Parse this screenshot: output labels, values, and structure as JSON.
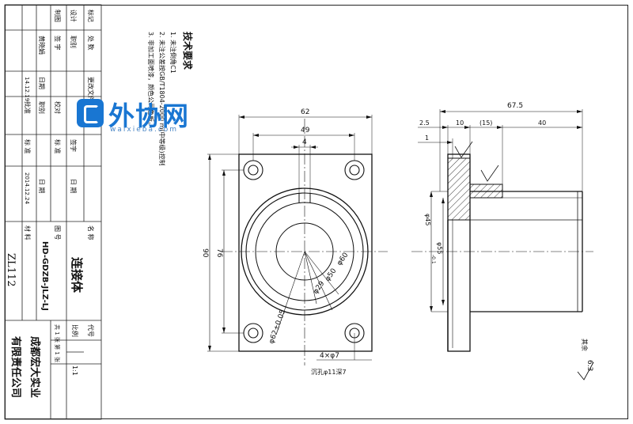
{
  "title_block": {
    "part_name": "连接体",
    "drawing_no": "HD-GDZB-JLZ-LJ",
    "material": "ZL112",
    "company_line1": "成都宏大实业",
    "company_line2": "有限责任公司",
    "scale_label": "比例",
    "scale": "1:1",
    "code_label": "代号",
    "sheets": "共 1 张   第 1 张",
    "name_label": "名 称",
    "number_label": "图 号",
    "material_label": "材 料",
    "rows": {
      "mark": "标记",
      "qty": "处 数",
      "designer": "设计",
      "duty": "职别",
      "drafter": "制图",
      "drafter_name": "黄晓娟",
      "sign": "签 字",
      "date": "日期",
      "date1": "14.12.19",
      "approve": "批准",
      "change_doc": "更改文件号",
      "check": "校对",
      "duty2": "职别",
      "sign2": "签字",
      "review": "标 准",
      "review2": "标 准",
      "date2": "2014.12.24",
      "date_label": "日 期",
      "date_label2": "日 期"
    }
  },
  "tech_req": {
    "title": "技术要求",
    "items": [
      "1. 未注倒角C1",
      "2. 未注公差按GB/T1804-2000 m(中等级)控制",
      "3. 非加工面喷漆，颜色公司色板。"
    ]
  },
  "front_view": {
    "dims": {
      "width_outer": "62",
      "width_holes": "49",
      "slot": "4",
      "height_outer": "90",
      "height_holes": "76",
      "d60": "φ60",
      "d50": "φ50",
      "d29": "φ29",
      "d62": "φ62±0.05",
      "holes": "4×φ7",
      "counterbore": "沉孔φ11深7"
    }
  },
  "side_view": {
    "dims": {
      "total": "67.5",
      "d2_5": "2.5",
      "d10": "10",
      "d15": "(15)",
      "d40": "40",
      "d1": "1",
      "d45": "φ45",
      "d55": "φ55",
      "tol": "-0.1"
    }
  },
  "surface_note": {
    "label": "其余",
    "value": "6.3"
  },
  "watermark": {
    "text": "外协网",
    "url": "waixieba.com"
  }
}
